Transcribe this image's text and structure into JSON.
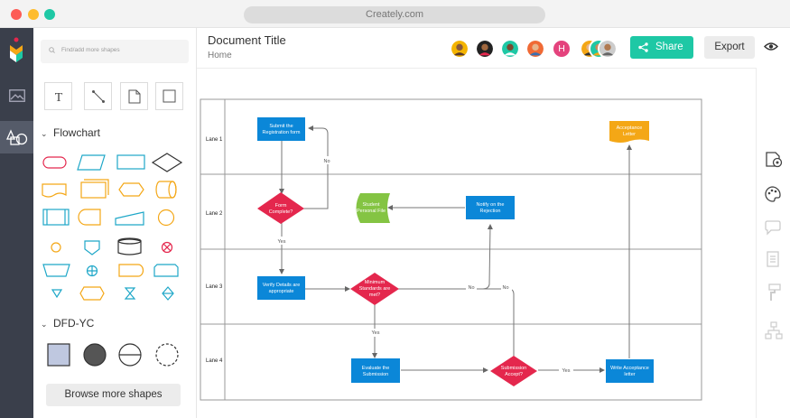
{
  "browser": {
    "url": "Creately.com"
  },
  "header": {
    "title": "Document Title",
    "breadcrumb": "Home",
    "avatar_initial": "H",
    "share_label": "Share",
    "export_label": "Export"
  },
  "panel": {
    "search_placeholder": "Find/add more shapes",
    "sections": [
      {
        "label": "Flowchart"
      },
      {
        "label": "DFD-YC"
      }
    ],
    "browse_label": "Browse more shapes"
  },
  "diagram": {
    "lanes": [
      "Lane 1",
      "Lane 2",
      "Lane 3",
      "Lane 4"
    ],
    "nodes": {
      "submit": [
        "Submit the",
        "Registration form"
      ],
      "form_complete": [
        "Form",
        "Complete?"
      ],
      "verify": [
        "Verify Details are",
        "appropriate"
      ],
      "min_standards": [
        "Minimum",
        "Standards are",
        "met?"
      ],
      "notify": [
        "Notify on the",
        "Rejection"
      ],
      "personal_file": [
        "Student",
        "Personal File"
      ],
      "evaluate": [
        "Evaluate the",
        "Submission"
      ],
      "submission_accept": [
        "Submission",
        "Accept?"
      ],
      "write_letter": [
        "Write Acceptance",
        "letter"
      ],
      "acceptance_letter": [
        "Acceptance",
        "Letter"
      ]
    },
    "edge_labels": {
      "no1": "No",
      "yes1": "Yes",
      "no2": "No",
      "no3": "No",
      "yes2": "Yes",
      "yes3": "Yes"
    }
  },
  "colors": {
    "accent": "#1ec8a5",
    "process": "#0b87d8",
    "decision": "#e4274d",
    "document": "#f4a716",
    "datastore": "#84c443"
  }
}
